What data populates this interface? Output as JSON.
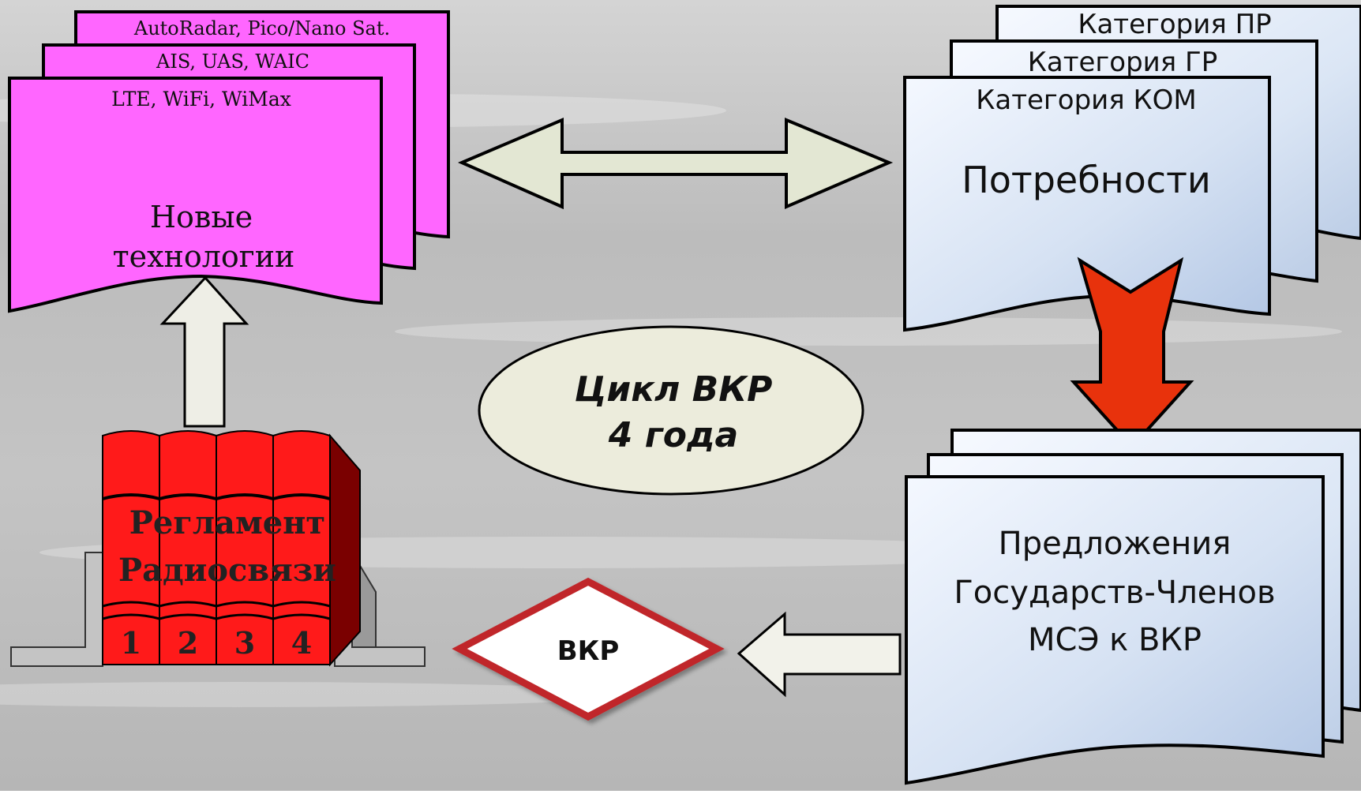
{
  "tech_stack": {
    "back_label": "AutoRadar, Pico/Nano Sat.",
    "middle_label": "AIS, UAS, WAIC",
    "front_label": "LTE, WiFi, WiMax",
    "title_line1": "Новые",
    "title_line2": "технологии",
    "fill_color": "#ff66ff"
  },
  "needs_stack": {
    "back_label": "Категория ПР",
    "middle_label": "Категория ГР",
    "front_label": "Категория КОМ",
    "title": "Потребности",
    "fill_color": "#c8d8ee"
  },
  "proposals_stack": {
    "line1": "Предложения",
    "line2": "Государств-Членов",
    "line3": "МСЭ к ВКР",
    "fill_color": "#d2e0f2"
  },
  "cycle": {
    "line1": "Цикл ВКР",
    "line2": "4 года"
  },
  "wrc_diamond": {
    "label": "ВКР",
    "border_color": "#c0282a"
  },
  "radio_regulations": {
    "line1": "Регламент",
    "line2": "Радиосвязи",
    "volumes": [
      "1",
      "2",
      "3",
      "4"
    ],
    "book_color": "#ff1a1a"
  },
  "colors": {
    "background_top": "#b8b8b8",
    "background_bottom": "#c6c6c6",
    "double_arrow": "#e3e7d3",
    "red_arrow": "#e8320c",
    "up_arrow": "#eeeee6",
    "left_arrow": "#f2f2ea",
    "ellipse": "#ececdc"
  }
}
